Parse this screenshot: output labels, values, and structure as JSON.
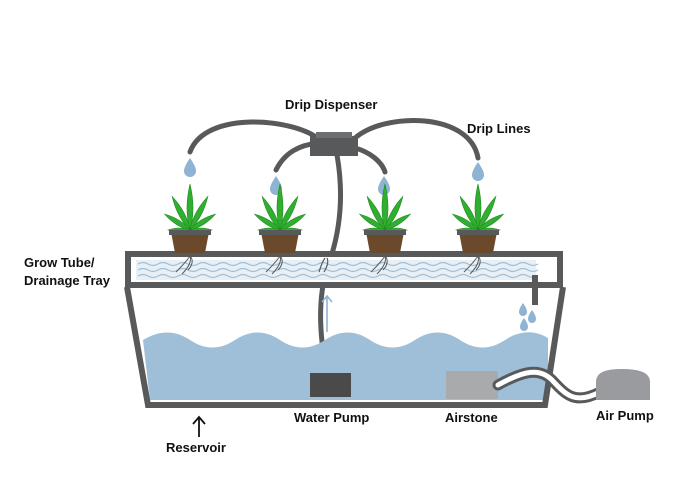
{
  "labels": {
    "drip_dispenser": "Drip Dispenser",
    "drip_lines": "Drip Lines",
    "grow_tube_line1": "Grow Tube/",
    "grow_tube_line2": "Drainage Tray",
    "water_pump": "Water Pump",
    "airstone": "Airstone",
    "air_pump": "Air Pump",
    "reservoir": "Reservoir"
  },
  "colors": {
    "frame": "#58595b",
    "water": "#9fbfd9",
    "droplet": "#8fb3d3",
    "pump": "#4a4a4a",
    "airstone": "#a9aaac",
    "air_pump": "#999b9e",
    "pot": "#6b4a2b",
    "leaf": "#2fae2f",
    "leaf_dark": "#1e8a1e",
    "wave": "#9fbfd9"
  },
  "icons": [
    "cannabis-leaf-icon",
    "water-droplet-icon",
    "arrow-up-icon"
  ]
}
